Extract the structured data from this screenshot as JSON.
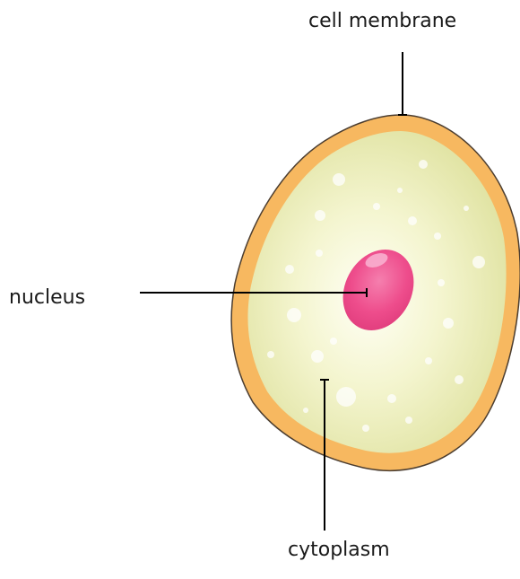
{
  "diagram": {
    "labels": {
      "cell_membrane": "cell membrane",
      "nucleus": "nucleus",
      "cytoplasm": "cytoplasm"
    },
    "colors": {
      "membrane": "#F7B860",
      "membrane_outline": "#5a4a3a",
      "cytoplasm_outer": "#E4E6A8",
      "cytoplasm_inner": "#FBFBEE",
      "nucleus": "#EE4D8C",
      "nucleus_highlight": "#F9B4D2",
      "leader_lines": "#000000"
    }
  }
}
